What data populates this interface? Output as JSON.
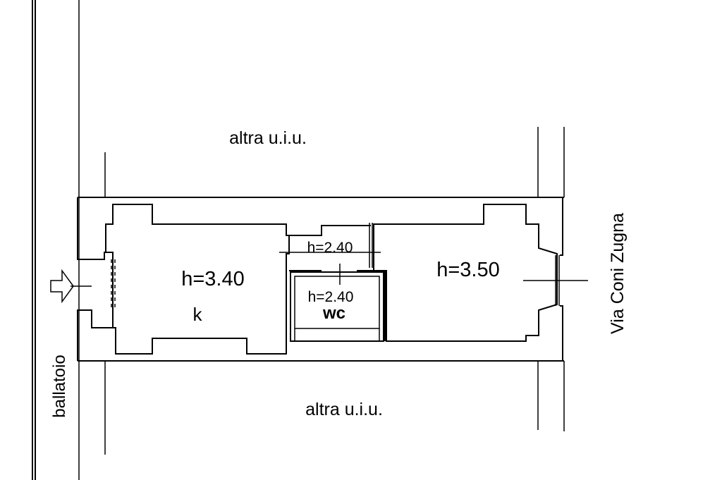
{
  "plan": {
    "neighbor_top": "altra u.i.u.",
    "neighbor_bottom": "altra u.i.u.",
    "street": "Via Coni Zugna",
    "corridor": "ballatoio",
    "kitchen_height": "h=3.40",
    "kitchen_label": "k",
    "hall_height": "h=2.40",
    "wc_height": "h=2.40",
    "wc_label": "wc",
    "room_height": "h=3.50",
    "line_color": "#000000",
    "background_color": "#ffffff"
  }
}
